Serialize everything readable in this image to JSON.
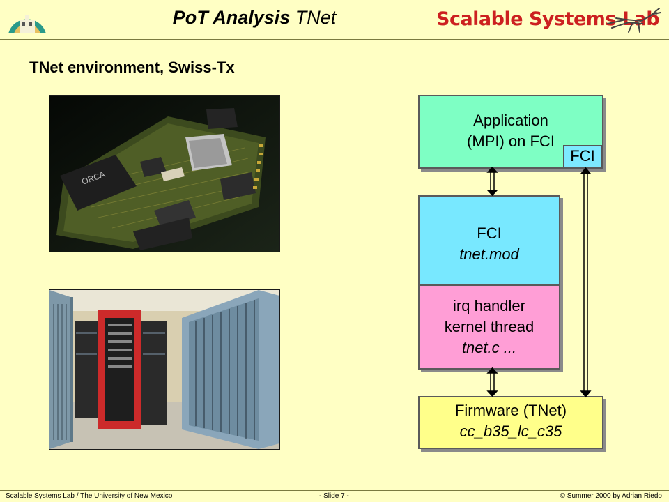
{
  "header": {
    "title_bold": "PoT Analysis",
    "title_rest": "TNet",
    "brand": "Scalable Systems Lab"
  },
  "subtitle": "TNet environment, Swiss-Tx",
  "diagram": {
    "application": {
      "line1": "Application",
      "line2": "(MPI) on FCI"
    },
    "fci_tag": "FCI",
    "driver": {
      "line1": "FCI",
      "line2": "tnet.mod"
    },
    "irq": {
      "line1": "irq handler",
      "line2": "kernel thread",
      "line3": "tnet.c ..."
    },
    "firmware": {
      "line1": "Firmware (TNet)",
      "line2": "cc_b35_lc_c35"
    }
  },
  "footer": {
    "left": "Scalable Systems Lab / The University of New Mexico",
    "center": "- Slide 7 -",
    "right": "© Summer 2000 by Adrian Riedo"
  }
}
